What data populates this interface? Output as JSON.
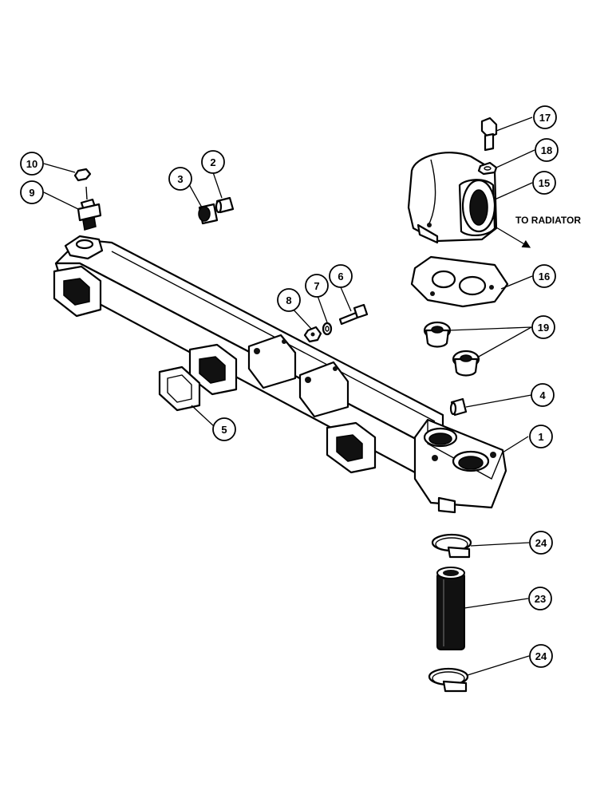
{
  "note": {
    "to_radiator": "TO RADIATOR"
  },
  "callouts": [
    {
      "id": "c1",
      "label": "1"
    },
    {
      "id": "c2",
      "label": "2"
    },
    {
      "id": "c3",
      "label": "3"
    },
    {
      "id": "c4",
      "label": "4"
    },
    {
      "id": "c5",
      "label": "5"
    },
    {
      "id": "c6",
      "label": "6"
    },
    {
      "id": "c7",
      "label": "7"
    },
    {
      "id": "c8",
      "label": "8"
    },
    {
      "id": "c9",
      "label": "9"
    },
    {
      "id": "c10",
      "label": "10"
    },
    {
      "id": "c15",
      "label": "15"
    },
    {
      "id": "c16",
      "label": "16"
    },
    {
      "id": "c17",
      "label": "17"
    },
    {
      "id": "c18",
      "label": "18"
    },
    {
      "id": "c19",
      "label": "19"
    },
    {
      "id": "c23",
      "label": "23"
    },
    {
      "id": "c24a",
      "label": "24"
    },
    {
      "id": "c24b",
      "label": "24"
    }
  ]
}
